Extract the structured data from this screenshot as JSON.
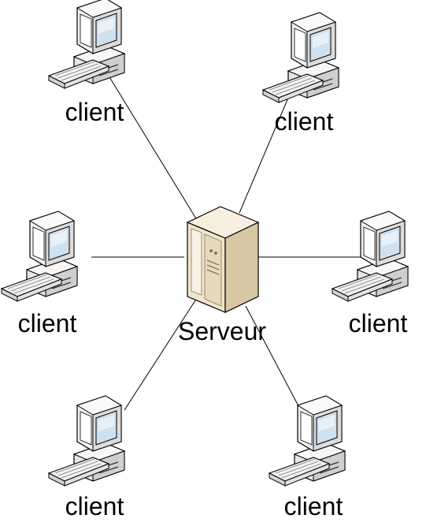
{
  "server": {
    "label": "Serveur",
    "icon": "server-tower-icon"
  },
  "clients": [
    {
      "label": "client",
      "icon": "desktop-computer-icon"
    },
    {
      "label": "client",
      "icon": "desktop-computer-icon"
    },
    {
      "label": "client",
      "icon": "desktop-computer-icon"
    },
    {
      "label": "client",
      "icon": "desktop-computer-icon"
    },
    {
      "label": "client",
      "icon": "desktop-computer-icon"
    },
    {
      "label": "client",
      "icon": "desktop-computer-icon"
    }
  ],
  "colors": {
    "connection_line": "#000000",
    "computer_body": "#f2f2f2",
    "computer_outline": "#000000",
    "screen": "#cfe0ee",
    "server_body": "#e8dcc4"
  }
}
